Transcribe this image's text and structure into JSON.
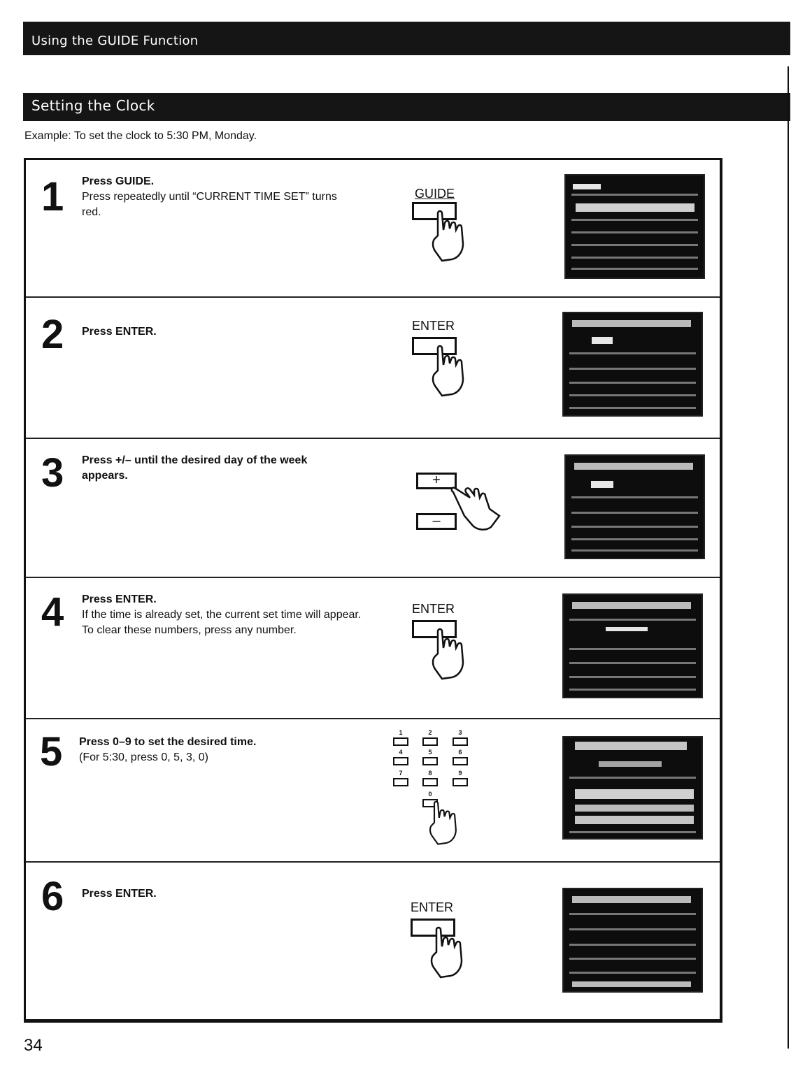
{
  "header": {
    "section_title": "Using the GUIDE Function"
  },
  "subheader": {
    "title": "Setting the Clock"
  },
  "example": "Example: To set the clock to 5:30 PM, Monday.",
  "steps": [
    {
      "number": "1",
      "bold": "Press GUIDE.",
      "text": "Press repeatedly until “CURRENT TIME SET” turns red.",
      "button_label": "GUIDE"
    },
    {
      "number": "2",
      "bold": "Press ENTER.",
      "text": "",
      "button_label": "ENTER"
    },
    {
      "number": "3",
      "bold": "Press +/– until the desired day of the week appears.",
      "text": "",
      "button_label": ""
    },
    {
      "number": "4",
      "bold": "Press ENTER.",
      "text": "If the time is already set, the current set time will appear. To clear these numbers, press any number.",
      "button_label": "ENTER"
    },
    {
      "number": "5",
      "bold": "Press 0–9 to set the desired time.",
      "text": "(For 5:30, press 0, 5, 3, 0)",
      "button_label": ""
    },
    {
      "number": "6",
      "bold": "Press ENTER.",
      "text": "",
      "button_label": "ENTER"
    }
  ],
  "keypad_keys": [
    "1",
    "2",
    "3",
    "4",
    "5",
    "6",
    "7",
    "8",
    "9",
    "0"
  ],
  "plus_minus": {
    "plus": "+",
    "minus": "–"
  },
  "page_number": "34"
}
